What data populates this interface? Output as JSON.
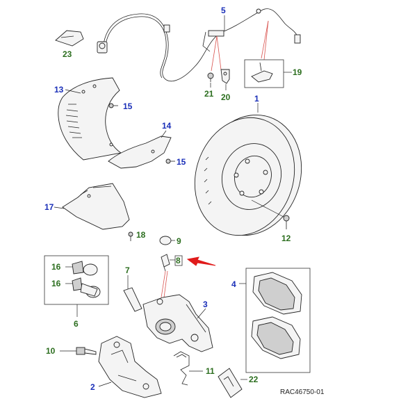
{
  "reference_code": "RAC46750-01",
  "colors": {
    "blue_label": "#1a2fb8",
    "green_label": "#2c6e1f",
    "highlight_arrow": "#e01b1b"
  },
  "callouts": {
    "c1": "1",
    "c2": "2",
    "c3": "3",
    "c4": "4",
    "c5": "5",
    "c6": "6",
    "c7": "7",
    "c8": "8",
    "c9": "9",
    "c10": "10",
    "c11": "11",
    "c12": "12",
    "c13": "13",
    "c14": "14",
    "c15a": "15",
    "c15b": "15",
    "c16a": "16",
    "c16b": "16",
    "c17": "17",
    "c18": "18",
    "c19": "19",
    "c20": "20",
    "c21": "21",
    "c22": "22",
    "c23": "23"
  },
  "highlighted_callout": "8"
}
